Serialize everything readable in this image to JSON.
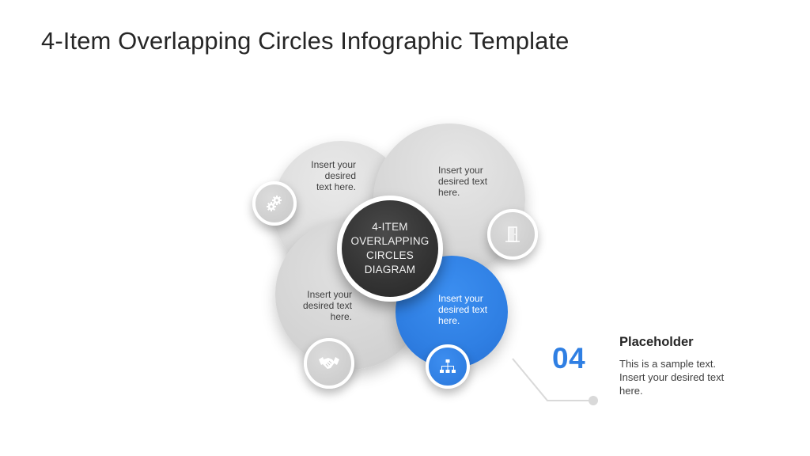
{
  "slide": {
    "title": "4-Item Overlapping Circles Infographic Template"
  },
  "diagram": {
    "center_label": "4-ITEM\nOVERLAPPING\nCIRCLES\nDIAGRAM",
    "items": [
      {
        "position": "top-left",
        "text": "Insert your\ndesired\ntext here.",
        "icon": "gears-icon",
        "color": "#d9d9d9"
      },
      {
        "position": "top-right",
        "text": "Insert your\ndesired text\nhere.",
        "icon": "door-icon",
        "color": "#d6d6d6"
      },
      {
        "position": "bottom-left",
        "text": "Insert your\ndesired text\nhere.",
        "icon": "handshake-icon",
        "color": "#d3d3d3"
      },
      {
        "position": "bottom-right",
        "text": "Insert your\ndesired text\nhere.",
        "icon": "org-chart-icon",
        "color": "#2f7fe3"
      }
    ]
  },
  "callout": {
    "number": "04",
    "title": "Placeholder",
    "body": "This is a sample text.\nInsert your desired text\nhere.",
    "accent_color": "#2f7fe3"
  }
}
